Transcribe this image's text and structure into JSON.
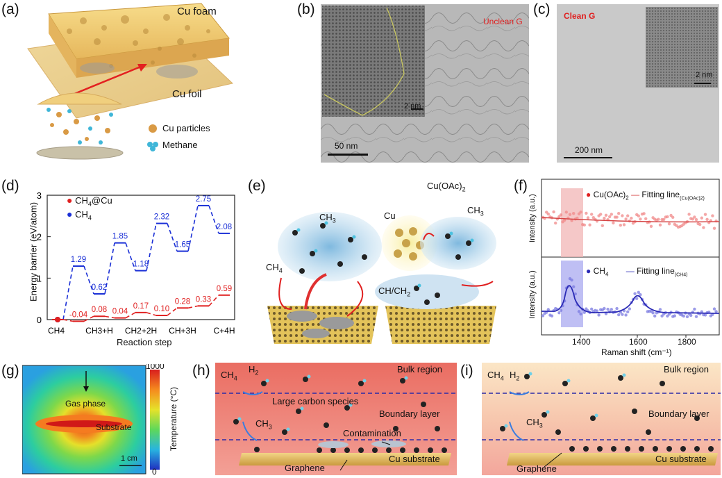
{
  "panels": {
    "a": {
      "label": "(a)",
      "cu_foam": "Cu foam",
      "cu_foil": "Cu foil",
      "legend_particles": "Cu particles",
      "legend_methane": "Methane"
    },
    "b": {
      "label": "(b)",
      "caption": "Unclean G",
      "scale_inset": "2 nm",
      "scale_main": "50 nm"
    },
    "c": {
      "label": "(c)",
      "caption": "Clean G",
      "scale_inset": "2 nm",
      "scale_main": "200 nm"
    },
    "d": {
      "label": "(d)"
    },
    "e": {
      "label": "(e)",
      "ch3_left": "CH",
      "ch3_left_sub": "3",
      "ch4_left": "CH",
      "ch4_left_sub": "4",
      "cu": "Cu",
      "cuoac": "Cu(OAc)",
      "cuoac_sub": "2",
      "ch3_right": "CH",
      "ch3_right_sub": "3",
      "chch2": "CH/CH",
      "chch2_sub": "2"
    },
    "f": {
      "label": "(f)",
      "legend1": "Cu(OAc)",
      "legend1_sub": "2",
      "fit1": "Fitting line",
      "fit1_sub": "(Cu(OAc)2)",
      "legend2": "CH",
      "legend2_sub": "4",
      "fit2": "Fitting line",
      "fit2_sub": "(CH4)",
      "ylabel": "Intensity (a.u.)",
      "xlabel": "Raman shift (cm⁻¹)",
      "xticks": [
        "1400",
        "1600",
        "1800"
      ]
    },
    "g": {
      "label": "(g)",
      "gas_phase": "Gas phase",
      "substrate": "Substrate",
      "scale": "1 cm",
      "cbar_max": "1000",
      "cbar_min": "0",
      "cbar_label": "Temperature (°C)"
    },
    "h": {
      "label": "(h)",
      "ch4": "CH",
      "ch4_sub": "4",
      "h2": "H",
      "h2_sub": "2",
      "bulk": "Bulk region",
      "large": "Large carbon species",
      "boundary": "Boundary layer",
      "ch3": "CH",
      "ch3_sub": "3",
      "contamination": "Contamination",
      "graphene": "Graphene",
      "cu_sub": "Cu substrate"
    },
    "i": {
      "label": "(i)",
      "ch4": "CH",
      "ch4_sub": "4",
      "h2": "H",
      "h2_sub": "2",
      "bulk": "Bulk region",
      "boundary": "Boundary layer",
      "ch3": "CH",
      "ch3_sub": "3",
      "graphene": "Graphene",
      "cu_sub": "Cu substrate"
    }
  },
  "chart_data": [
    {
      "type": "line",
      "xlabel": "Reaction step",
      "ylabel": "Energy barrier (eV/atom)",
      "categories": [
        "CH4",
        "CH3+H",
        "CH2+2H",
        "CH+3H",
        "C+4H"
      ],
      "ylim": [
        0,
        3
      ],
      "yticks": [
        "0",
        "1",
        "2",
        "3"
      ],
      "legend": [
        {
          "text": "CH",
          "sub": "4",
          "suffix": "@Cu"
        },
        {
          "text": "CH",
          "sub": "4",
          "suffix": ""
        }
      ],
      "series": [
        {
          "color": "#1a2fd6",
          "levels": [
            0,
            1.29,
            0.62,
            1.85,
            1.18,
            2.32,
            1.65,
            2.75,
            2.08
          ],
          "labels": [
            "",
            "1.29",
            "0.62",
            "1.85",
            "1.18",
            "2.32",
            "1.65",
            "2.75",
            "2.08"
          ]
        },
        {
          "color": "#e02020",
          "levels": [
            0,
            -0.04,
            0.08,
            0.04,
            0.17,
            0.1,
            0.28,
            0.33,
            0.59
          ],
          "labels": [
            "",
            "-0.04",
            "0.08",
            "0.04",
            "0.17",
            "0.10",
            "0.28",
            "0.33",
            "0.59"
          ]
        }
      ]
    }
  ]
}
